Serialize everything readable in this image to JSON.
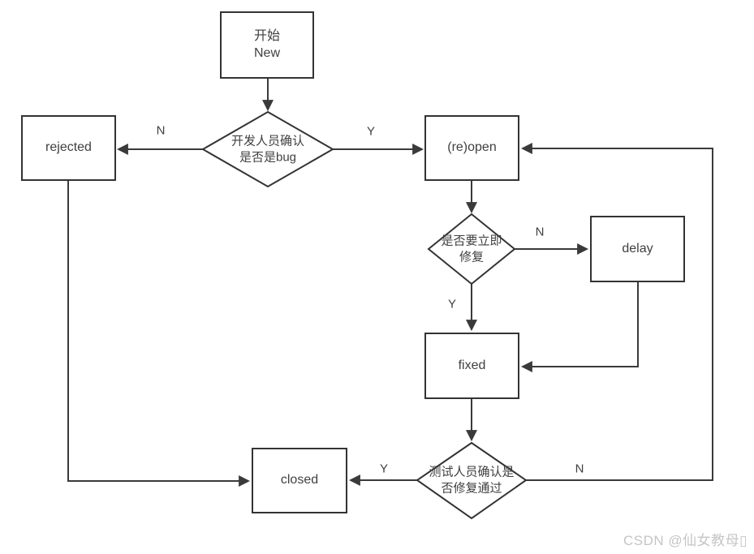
{
  "diagram": {
    "type": "flowchart",
    "nodes": {
      "new": "开始\nNew",
      "is_bug": "开发人员确认\n是否是bug",
      "rejected": "rejected",
      "reopen": "(re)open",
      "fix_now": "是否要立即\n修复",
      "delay": "delay",
      "fixed": "fixed",
      "verify": "测试人员确认是\n否修复通过",
      "closed": "closed"
    },
    "edge_labels": {
      "is_bug_no": "N",
      "is_bug_yes": "Y",
      "fix_now_no": "N",
      "fix_now_yes": "Y",
      "verify_yes": "Y",
      "verify_no": "N"
    },
    "watermark": "CSDN @仙女教母▯",
    "colors": {
      "line": "#3a3a3a",
      "node_border": "#333333",
      "node_fill": "#ffffff",
      "text": "#3f3f3f",
      "watermark": "#c5c5c5",
      "background": "#ffffff"
    }
  }
}
